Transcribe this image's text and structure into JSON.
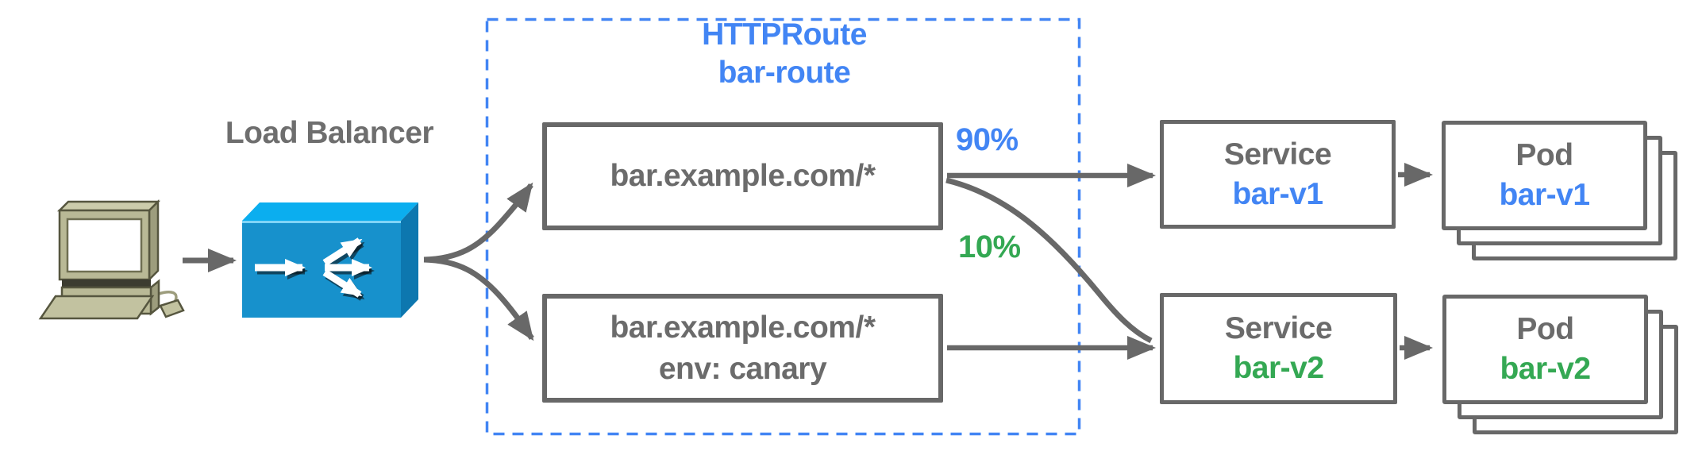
{
  "diagram": {
    "load_balancer": {
      "label": "Load Balancer"
    },
    "http_route": {
      "title_line1": "HTTPRoute",
      "title_line2": "bar-route",
      "rules": [
        {
          "line1": "bar.example.com/*",
          "line2": ""
        },
        {
          "line1": "bar.example.com/*",
          "line2": "env: canary"
        }
      ],
      "weights": [
        {
          "label": "90%",
          "color": "#4285f4"
        },
        {
          "label": "10%",
          "color": "#34a853"
        }
      ]
    },
    "services": [
      {
        "kind": "Service",
        "name": "bar-v1",
        "color": "#4285f4"
      },
      {
        "kind": "Service",
        "name": "bar-v2",
        "color": "#34a853"
      }
    ],
    "pods": [
      {
        "kind": "Pod",
        "name": "bar-v1",
        "color": "#4285f4"
      },
      {
        "kind": "Pod",
        "name": "bar-v2",
        "color": "#34a853"
      }
    ],
    "icons": [
      {
        "name": "client-computer-icon"
      },
      {
        "name": "load-balancer-icon"
      }
    ],
    "colors": {
      "stroke_gray": "#686868",
      "text_gray": "#6b6b6b",
      "accent_blue": "#4285f4",
      "accent_green": "#34a853",
      "lb_top": "#0baeef",
      "lb_front": "#1791cc",
      "lb_side": "#0d77af",
      "dashed_border": "#4285f4"
    }
  }
}
